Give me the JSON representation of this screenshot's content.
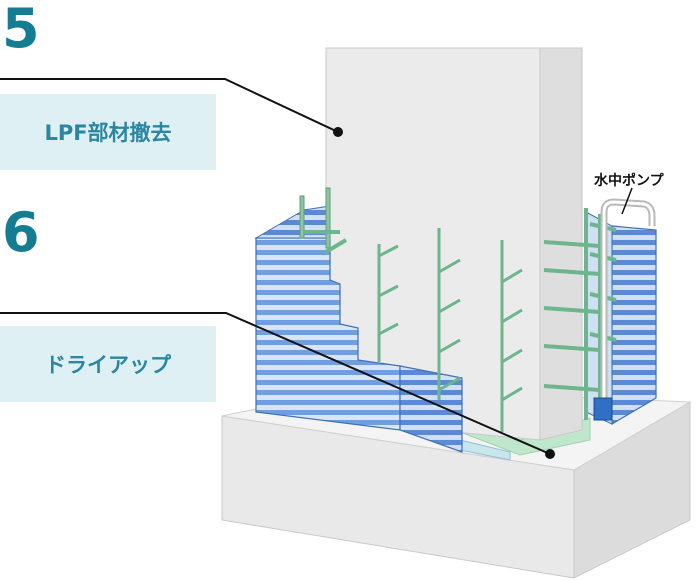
{
  "steps": [
    {
      "number": "5",
      "label": "LPF部材撤去"
    },
    {
      "number": "6",
      "label": "ドライアップ"
    }
  ],
  "callouts": {
    "pump": "水中ポンプ"
  },
  "colors": {
    "accent": "#157d92",
    "label_bg": "#dff0f5",
    "label_text": "#2a86a1",
    "panel_blue": "#5b8fd6",
    "rebar_green": "#8cc59f",
    "concrete": "#ececec",
    "water_pump": "#2f6fc4"
  }
}
